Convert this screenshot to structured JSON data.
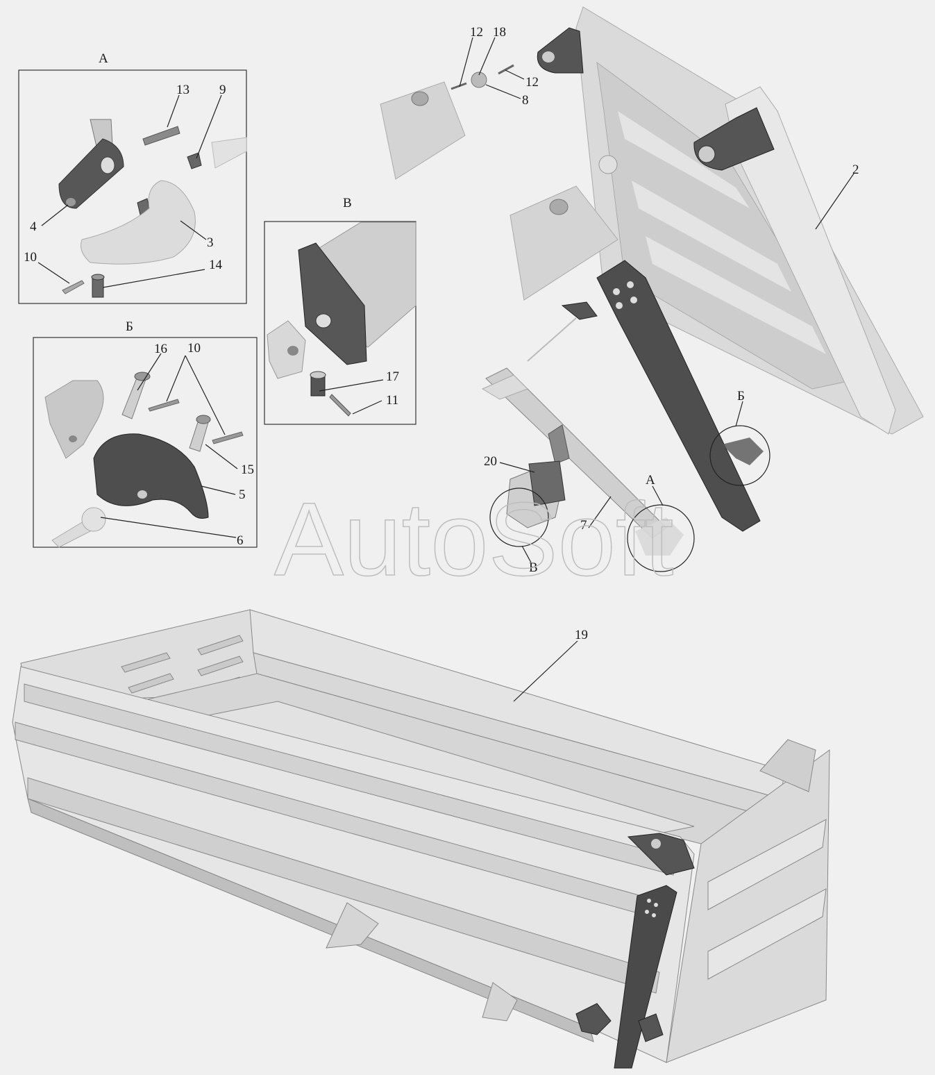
{
  "watermark": "AutoSoft",
  "views": {
    "a": {
      "title": "А"
    },
    "b": {
      "title": "Б"
    },
    "v": {
      "title": "В"
    }
  },
  "callouts": {
    "a": "А",
    "b": "Б",
    "v": "В"
  },
  "labels": {
    "n2": "2",
    "n3": "3",
    "n4": "4",
    "n5": "5",
    "n6": "6",
    "n7": "7",
    "n8": "8",
    "n9": "9",
    "n10_a": "10",
    "n10_b": "10",
    "n11": "11",
    "n12_l": "12",
    "n12_r": "12",
    "n13": "13",
    "n14": "14",
    "n15": "15",
    "n16": "16",
    "n17": "17",
    "n18": "18",
    "n19": "19",
    "n20": "20"
  }
}
